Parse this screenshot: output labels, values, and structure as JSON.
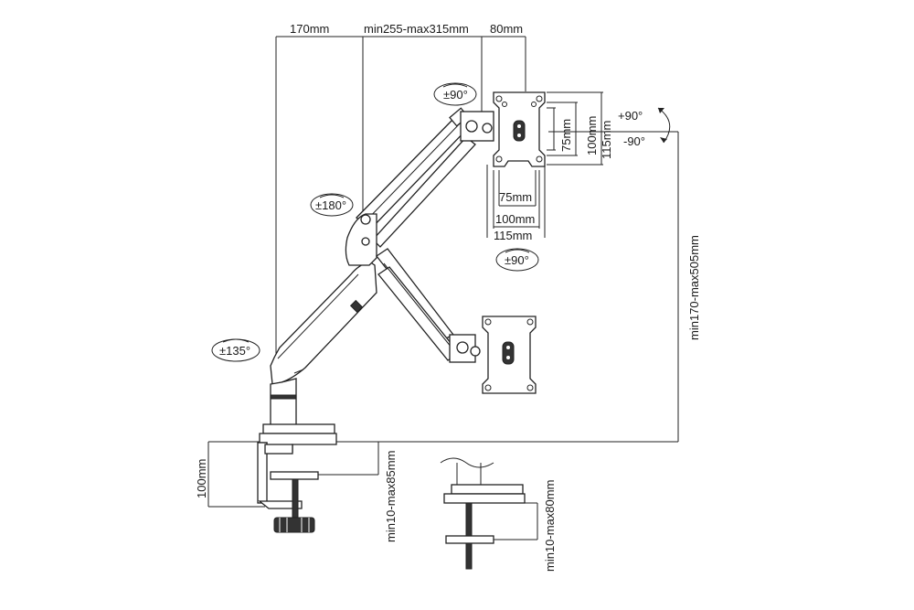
{
  "dimensions": {
    "top_offset": "170mm",
    "top_extension": "min255-max315mm",
    "top_head": "80mm",
    "vesa_v_75": "75mm",
    "vesa_v_100": "100mm",
    "vesa_v_115": "115mm",
    "vesa_h_75": "75mm",
    "vesa_h_100": "100mm",
    "vesa_h_115": "115mm",
    "height_range": "min170-max505mm",
    "clamp_height": "100mm",
    "clamp_range": "min10-max85mm",
    "grommet_range": "min10-max80mm"
  },
  "rotations": {
    "base": "±135°",
    "elbow": "±180°",
    "head_tilt": "±90°",
    "head_swivel": "±90°",
    "plus": "+90°",
    "minus": "-90°"
  }
}
